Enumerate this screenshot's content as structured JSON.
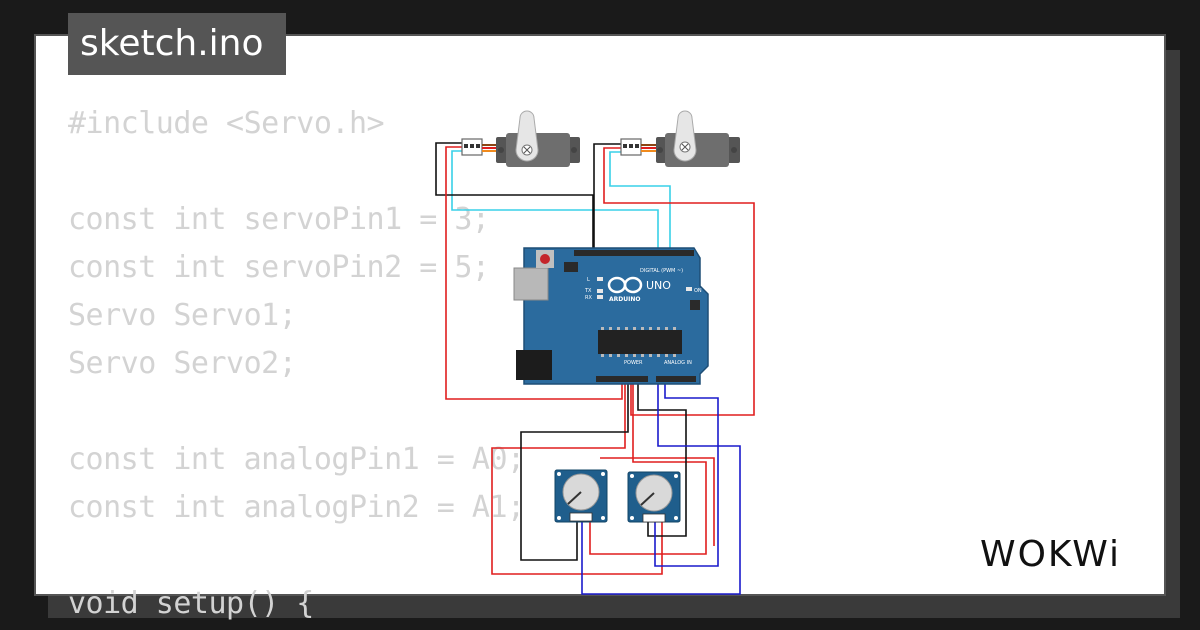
{
  "file_tab": {
    "label": "sketch.ino"
  },
  "code_lines": [
    "#include <Servo.h>",
    "",
    "const int servoPin1 = 3;",
    "const int servoPin2 = 5;",
    "Servo Servo1;",
    "Servo Servo2;",
    "",
    "const int analogPin1 = A0;",
    "const int analogPin2 = A1;",
    "",
    "void setup() {"
  ],
  "board": {
    "name": "UNO",
    "brand": "ARDUINO",
    "digital_label": "DIGITAL (PWM ~)",
    "power_label": "POWER",
    "analog_label": "ANALOG IN",
    "tx_label": "TX",
    "rx_label": "RX",
    "on_label": "ON",
    "l_label": "L"
  },
  "logo": {
    "text": "WOKWi"
  },
  "colors": {
    "background": "#1a1a1a",
    "card": "#ffffff",
    "code_text": "#d3d3d3",
    "tab_background": "#555555",
    "board": "#2b6b9e",
    "wire_red": "#e01e1e",
    "wire_black": "#111111",
    "wire_cyan": "#39d0e8",
    "wire_blue": "#1a1acc",
    "servo_orange": "#f08a1d"
  },
  "icons": [
    "servo-icon",
    "potentiometer-icon",
    "arduino-logo-icon",
    "wokwi-logo-icon"
  ]
}
